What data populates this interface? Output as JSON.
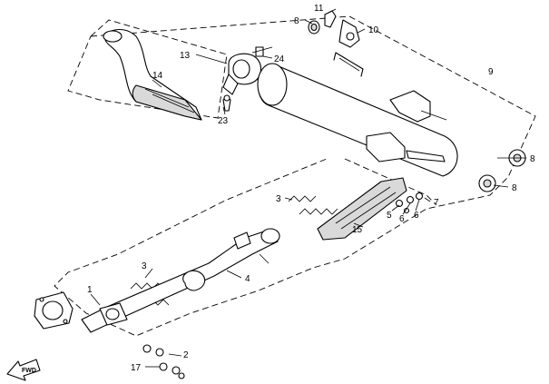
{
  "diagram": {
    "callouts": {
      "c1": "1",
      "c2": "2",
      "c3a": "3",
      "c3b": "3",
      "c4": "4",
      "c5": "5",
      "c6a": "6",
      "c6b": "6",
      "c7": "7",
      "c8a": "8",
      "c8b": "8",
      "c8c": "8",
      "c9": "9",
      "c10": "10",
      "c11": "11",
      "c13": "13",
      "c14": "14",
      "c15": "15",
      "c17": "17",
      "c23": "23",
      "c24": "24"
    },
    "forward_arrow_label": "FWD"
  }
}
